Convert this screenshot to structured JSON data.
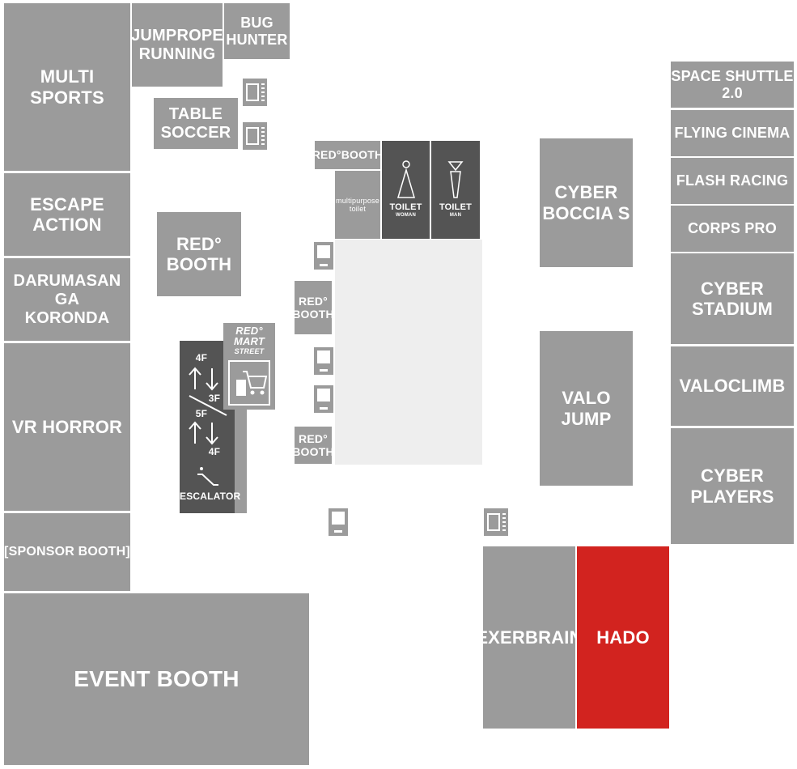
{
  "booths": {
    "multi_sports": "MULTI SPORTS",
    "jumprope_running": "JUMPROPE\nRUNNING",
    "bug_hunter": "BUG\nHUNTER",
    "table_soccer": "TABLE\nSOCCER",
    "escape_action": "ESCAPE\nACTION",
    "darumasan": "DARUMASAN GA\nKORONDA",
    "vr_horror": "VR HORROR",
    "sponsor_booth": "[SPONSOR BOOTH]",
    "event_booth": "EVENT BOOTH",
    "red_booth_left": "RED°\nBOOTH",
    "red_booth_top": "RED°BOOTH",
    "red_booth_mid": "RED°\nBOOTH",
    "red_booth_low": "RED°\nBOOTH",
    "multipurpose_toilet": "multipurpose\ntoilet",
    "cyber_boccia": "CYBER\nBOCCIA S",
    "valo_jump": "VALO\nJUMP",
    "exerbrain": "EXERBRAIN",
    "hado": "HADO",
    "space_shuttle": "SPACE SHUTTLE 2.0",
    "flying_cinema": "FLYING CINEMA",
    "flash_racing": "FLASH RACING",
    "corps_pro": "CORPS PRO",
    "cyber_stadium": "CYBER\nSTADIUM",
    "valoclimb": "VALOCLIMB",
    "cyber_players": "CYBER\nPLAYERS"
  },
  "toilets": {
    "woman_label": "TOILET",
    "woman_sub": "WOMAN",
    "man_label": "TOILET",
    "man_sub": "MAN"
  },
  "escalator": {
    "floor_4f_top": "4F",
    "floor_3f": "3F",
    "floor_5f": "5F",
    "floor_4f_bottom": "4F",
    "label": "ESCALATOR"
  },
  "red_mart": {
    "line1": "RED°",
    "line2": "MART",
    "line3": "STREET"
  },
  "colors": {
    "booth": "#9b9b9b",
    "dark": "#545454",
    "highlight": "#d2231f",
    "plaza": "#eeeeee"
  },
  "icons": [
    "vending-machine-icon",
    "atm-icon",
    "woman-icon",
    "man-icon",
    "shopping-cart-icon",
    "escalator-icon"
  ]
}
